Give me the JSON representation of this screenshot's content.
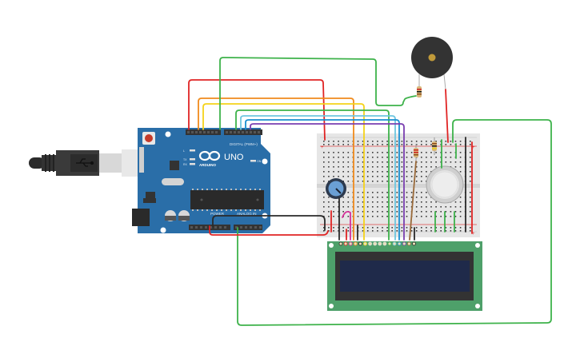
{
  "workspace": {
    "type": "circuit-simulator-canvas"
  },
  "components": {
    "usb_cable": {
      "icon": "usb-icon"
    },
    "arduino": {
      "brand": "ARDUINO",
      "model": "UNO",
      "digital_label": "DIGITAL (PWM~)",
      "power_label": "POWER",
      "analog_label": "ANALOG IN",
      "on_label": "ON",
      "tx_label": "TX",
      "rx_label": "RX",
      "l_label": "L",
      "aref_label": "AREF",
      "gnd_label": "GND"
    },
    "breadboard": {
      "plus": "+",
      "minus": "-"
    },
    "potentiometer": {},
    "gas_sensor": {},
    "piezo_buzzer": {},
    "lcd": {
      "display_text": ""
    }
  },
  "colors": {
    "arduino_board": "#2a6ea8",
    "lcd_board": "#4ea06a",
    "lcd_screen": "#1f2a4a",
    "wire_red": "#e02424",
    "wire_green": "#3db24a",
    "wire_orange": "#f08a1c",
    "wire_yellow": "#f5d31a",
    "wire_lightblue": "#6fc6e0",
    "wire_blue": "#1a8fd0",
    "wire_purple": "#7a3fb0",
    "wire_black": "#2a2a2a",
    "wire_pink": "#d6309a",
    "wire_brown": "#9a6a3a"
  }
}
